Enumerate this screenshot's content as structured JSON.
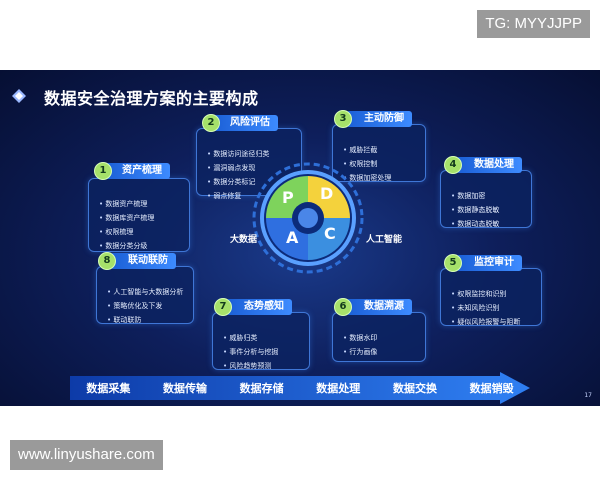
{
  "watermarks": {
    "top_right": "TG: MYYJJPP",
    "bottom_left": "www.linyushare.com"
  },
  "slide": {
    "title": "数据安全治理方案的主要构成",
    "page_number": "17",
    "center": {
      "p": "P",
      "d": "D",
      "c": "C",
      "a": "A",
      "left_label": "大数据",
      "right_label": "人工智能"
    },
    "cards": [
      {
        "num": "1",
        "title": "资产梳理",
        "items": [
          "数据资产梳理",
          "数据库资产梳理",
          "权限梳理",
          "数据分类分级"
        ]
      },
      {
        "num": "2",
        "title": "风险评估",
        "items": [
          "数据访问途径归类",
          "漏洞弱点发现",
          "数据分类标记",
          "弱点修复"
        ]
      },
      {
        "num": "3",
        "title": "主动防御",
        "items": [
          "威胁拦截",
          "权限控制",
          "数据加密处理"
        ]
      },
      {
        "num": "4",
        "title": "数据处理",
        "items": [
          "数据加密",
          "数据静态脱敏",
          "数据动态脱敏"
        ]
      },
      {
        "num": "5",
        "title": "监控审计",
        "items": [
          "权限监控和识别",
          "未知风险识别",
          "疑似风险报警与阻断"
        ]
      },
      {
        "num": "6",
        "title": "数据溯源",
        "items": [
          "数据水印",
          "行为画像"
        ]
      },
      {
        "num": "7",
        "title": "态势感知",
        "items": [
          "威胁归类",
          "事件分析与挖掘",
          "风险趋势预测"
        ]
      },
      {
        "num": "8",
        "title": "联动联防",
        "items": [
          "人工智能与大数据分析",
          "策略优化及下发",
          "联动联防"
        ]
      }
    ],
    "flow": [
      "数据采集",
      "数据传输",
      "数据存储",
      "数据处理",
      "数据交换",
      "数据销毁"
    ]
  },
  "colors": {
    "accent": "#3d8bff",
    "badge": "#a6e16a",
    "bg": "#0e1f5c"
  }
}
